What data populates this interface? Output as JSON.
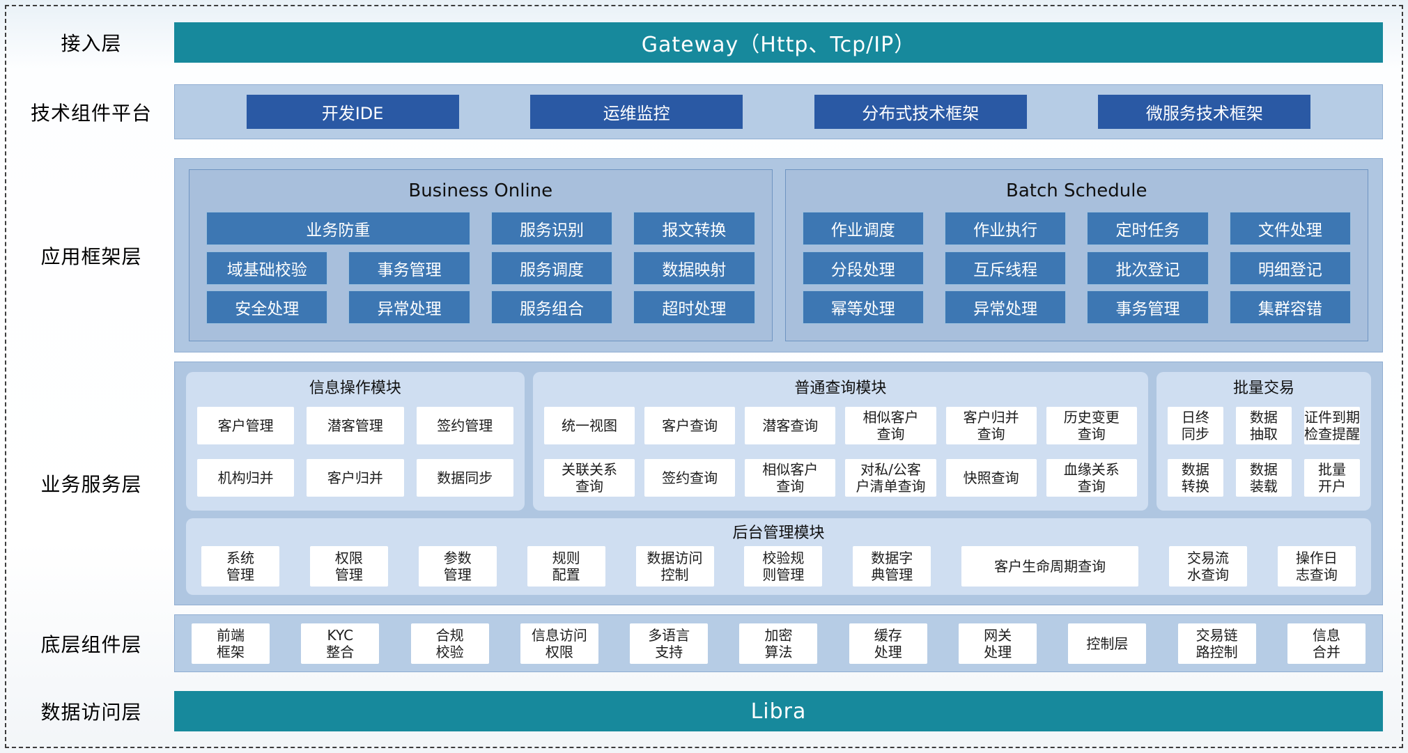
{
  "colors": {
    "teal": "#17899c",
    "dark_blue": "#2a59a4",
    "mid_blue": "#3d77b3",
    "band_blue": "#afc6e1",
    "panel_blue": "#a8bfdc",
    "module_blue": "#cfdef1"
  },
  "layers": {
    "access": {
      "label": "接入层",
      "bar": "Gateway（Http、Tcp/IP）"
    },
    "tech": {
      "label": "技术组件平台",
      "items": [
        "开发IDE",
        "运维监控",
        "分布式技术框架",
        "微服务技术框架"
      ]
    },
    "framework": {
      "label": "应用框架层",
      "panels": [
        {
          "title": "Business Online",
          "buttons": [
            {
              "text": "业务防重",
              "span": 2
            },
            {
              "text": "服务识别"
            },
            {
              "text": "报文转换"
            },
            {
              "text": "域基础校验"
            },
            {
              "text": "事务管理"
            },
            {
              "text": "服务调度"
            },
            {
              "text": "数据映射"
            },
            {
              "text": "安全处理"
            },
            {
              "text": "异常处理"
            },
            {
              "text": "服务组合"
            },
            {
              "text": "超时处理"
            }
          ]
        },
        {
          "title": "Batch Schedule",
          "buttons": [
            {
              "text": "作业调度"
            },
            {
              "text": "作业执行"
            },
            {
              "text": "定时任务"
            },
            {
              "text": "文件处理"
            },
            {
              "text": "分段处理"
            },
            {
              "text": "互斥线程"
            },
            {
              "text": "批次登记"
            },
            {
              "text": "明细登记"
            },
            {
              "text": "幂等处理"
            },
            {
              "text": "异常处理"
            },
            {
              "text": "事务管理"
            },
            {
              "text": "集群容错"
            }
          ]
        }
      ]
    },
    "business": {
      "label": "业务服务层",
      "modules": [
        {
          "title": "信息操作模块",
          "cols": 3,
          "items": [
            "客户管理",
            "潜客管理",
            "签约管理",
            "机构归并",
            "客户归并",
            "数据同步"
          ]
        },
        {
          "title": "普通查询模块",
          "cols": 6,
          "items": [
            "统一视图",
            "客户查询",
            "潜客查询",
            "相似客户\n查询",
            "客户归并\n查询",
            "历史变更\n查询",
            "关联关系\n查询",
            "签约查询",
            "相似客户\n查询",
            "对私/公客\n户清单查询",
            "快照查询",
            "血缘关系\n查询"
          ]
        },
        {
          "title": "批量交易",
          "cols": 3,
          "items": [
            "日终\n同步",
            "数据\n抽取",
            "证件到期\n检查提醒",
            "数据\n转换",
            "数据\n装载",
            "批量\n开户"
          ]
        }
      ],
      "admin": {
        "title": "后台管理模块",
        "items": [
          {
            "text": "系统\n管理"
          },
          {
            "text": "权限\n管理"
          },
          {
            "text": "参数\n管理"
          },
          {
            "text": "规则\n配置"
          },
          {
            "text": "数据访问\n控制"
          },
          {
            "text": "校验规\n则管理"
          },
          {
            "text": "数据字\n典管理"
          },
          {
            "text": "客户生命周期查询",
            "wide": true
          },
          {
            "text": "交易流\n水查询"
          },
          {
            "text": "操作日\n志查询"
          }
        ]
      }
    },
    "component": {
      "label": "底层组件层",
      "items": [
        "前端\n框架",
        "KYC\n整合",
        "合规\n校验",
        "信息访问\n权限",
        "多语言\n支持",
        "加密\n算法",
        "缓存\n处理",
        "网关\n处理",
        "控制层",
        "交易链\n路控制",
        "信息\n合并"
      ]
    },
    "data_access": {
      "label": "数据访问层",
      "bar": "Libra"
    }
  }
}
